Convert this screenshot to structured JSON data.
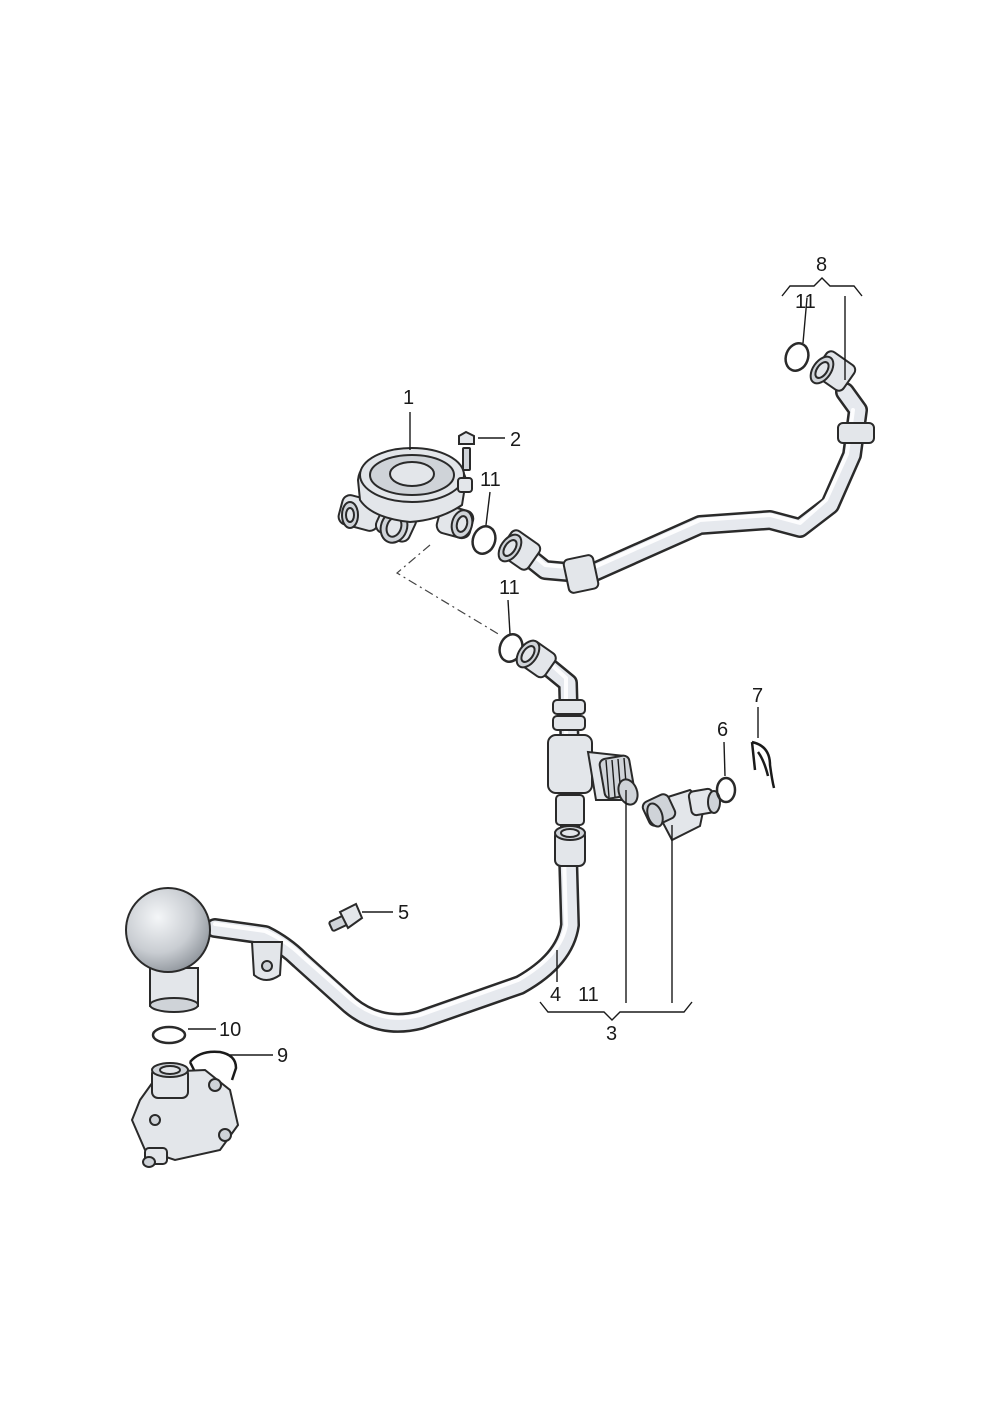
{
  "callouts": {
    "p1": "1",
    "p2": "2",
    "p3": "3",
    "p4": "4",
    "p5": "5",
    "p6": "6",
    "p7": "7",
    "p8": "8",
    "p9": "9",
    "p10": "10",
    "p11_a": "11",
    "p11_b": "11",
    "p11_c": "11",
    "p11_d": "11"
  },
  "colors": {
    "line": "#2a2a2a",
    "part_fill": "#e3e6ea",
    "background": "#ffffff"
  }
}
